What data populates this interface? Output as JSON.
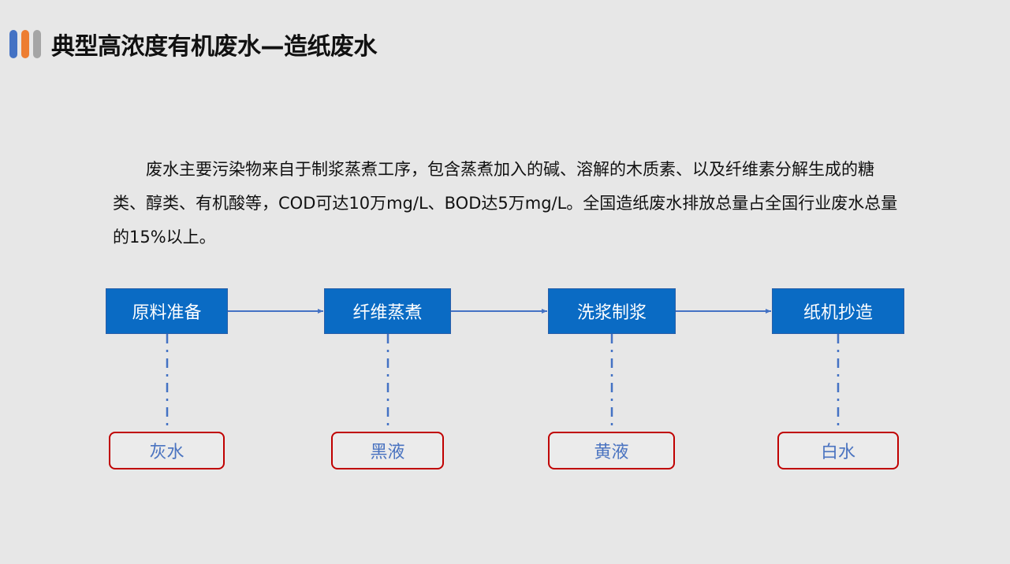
{
  "header": {
    "title": "典型高浓度有机废水—造纸废水",
    "bar_colors": [
      "#4472c4",
      "#ed7d31",
      "#a5a5a5"
    ]
  },
  "body": {
    "paragraph": "废水主要污染物来自于制浆蒸煮工序，包含蒸煮加入的碱、溶解的木质素、以及纤维素分解生成的糖类、醇类、有机酸等，COD可达10万mg/L、BOD达5万mg/L。全国造纸废水排放总量占全国行业废水总量的15%以上。"
  },
  "flow": {
    "steps": [
      {
        "label": "原料准备",
        "output": "灰水"
      },
      {
        "label": "纤维蒸煮",
        "output": "黑液"
      },
      {
        "label": "洗浆制浆",
        "output": "黄液"
      },
      {
        "label": "纸机抄造",
        "output": "白水"
      }
    ],
    "colors": {
      "step_fill": "#0a6bc4",
      "connector": "#4472c4",
      "output_border": "#c00000",
      "output_text": "#4a73c0"
    }
  }
}
